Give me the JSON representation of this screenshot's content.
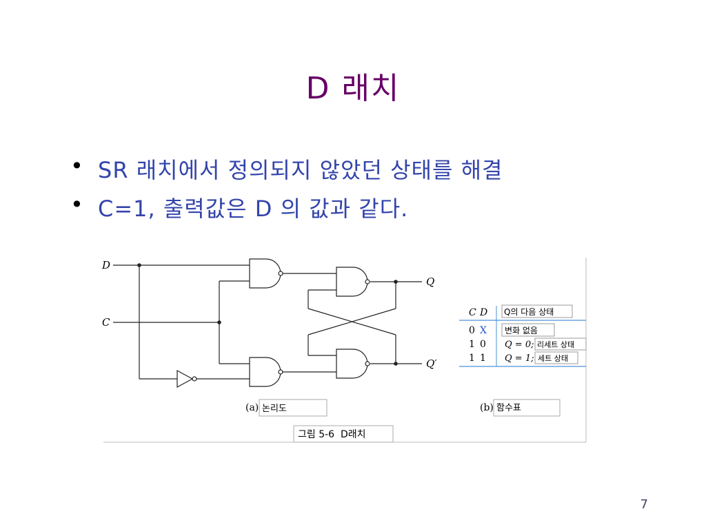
{
  "slide": {
    "title": "D 래치",
    "bullets": [
      "SR 래치에서 정의되지 않았던 상태를 해결",
      "C=1, 출력값은 D 의 값과 같다."
    ],
    "page_number": "7"
  },
  "figure": {
    "circuit": {
      "input_d": "D",
      "input_c": "C",
      "output_q": "Q",
      "output_q_prime": "Q′"
    },
    "truth_table": {
      "headers": [
        "C",
        "D",
        "Q의 다음 상태"
      ],
      "rows": [
        {
          "c": "0",
          "d": "X",
          "next": "변화 없음",
          "value": ""
        },
        {
          "c": "1",
          "d": "0",
          "value": "Q = 0;",
          "next": "리세트 상태"
        },
        {
          "c": "1",
          "d": "1",
          "value": "Q = 1;",
          "next": "세트 상태"
        }
      ]
    },
    "sub_a": {
      "tag": "(a)",
      "label": "논리도"
    },
    "sub_b": {
      "tag": "(b)",
      "label": "함수표"
    },
    "caption": "그림 5-6  D래치"
  },
  "colors": {
    "title": "#660066",
    "bullet_text": "#3344aa",
    "table_rule": "#4a90d9",
    "dont_care": "#2255cc"
  }
}
